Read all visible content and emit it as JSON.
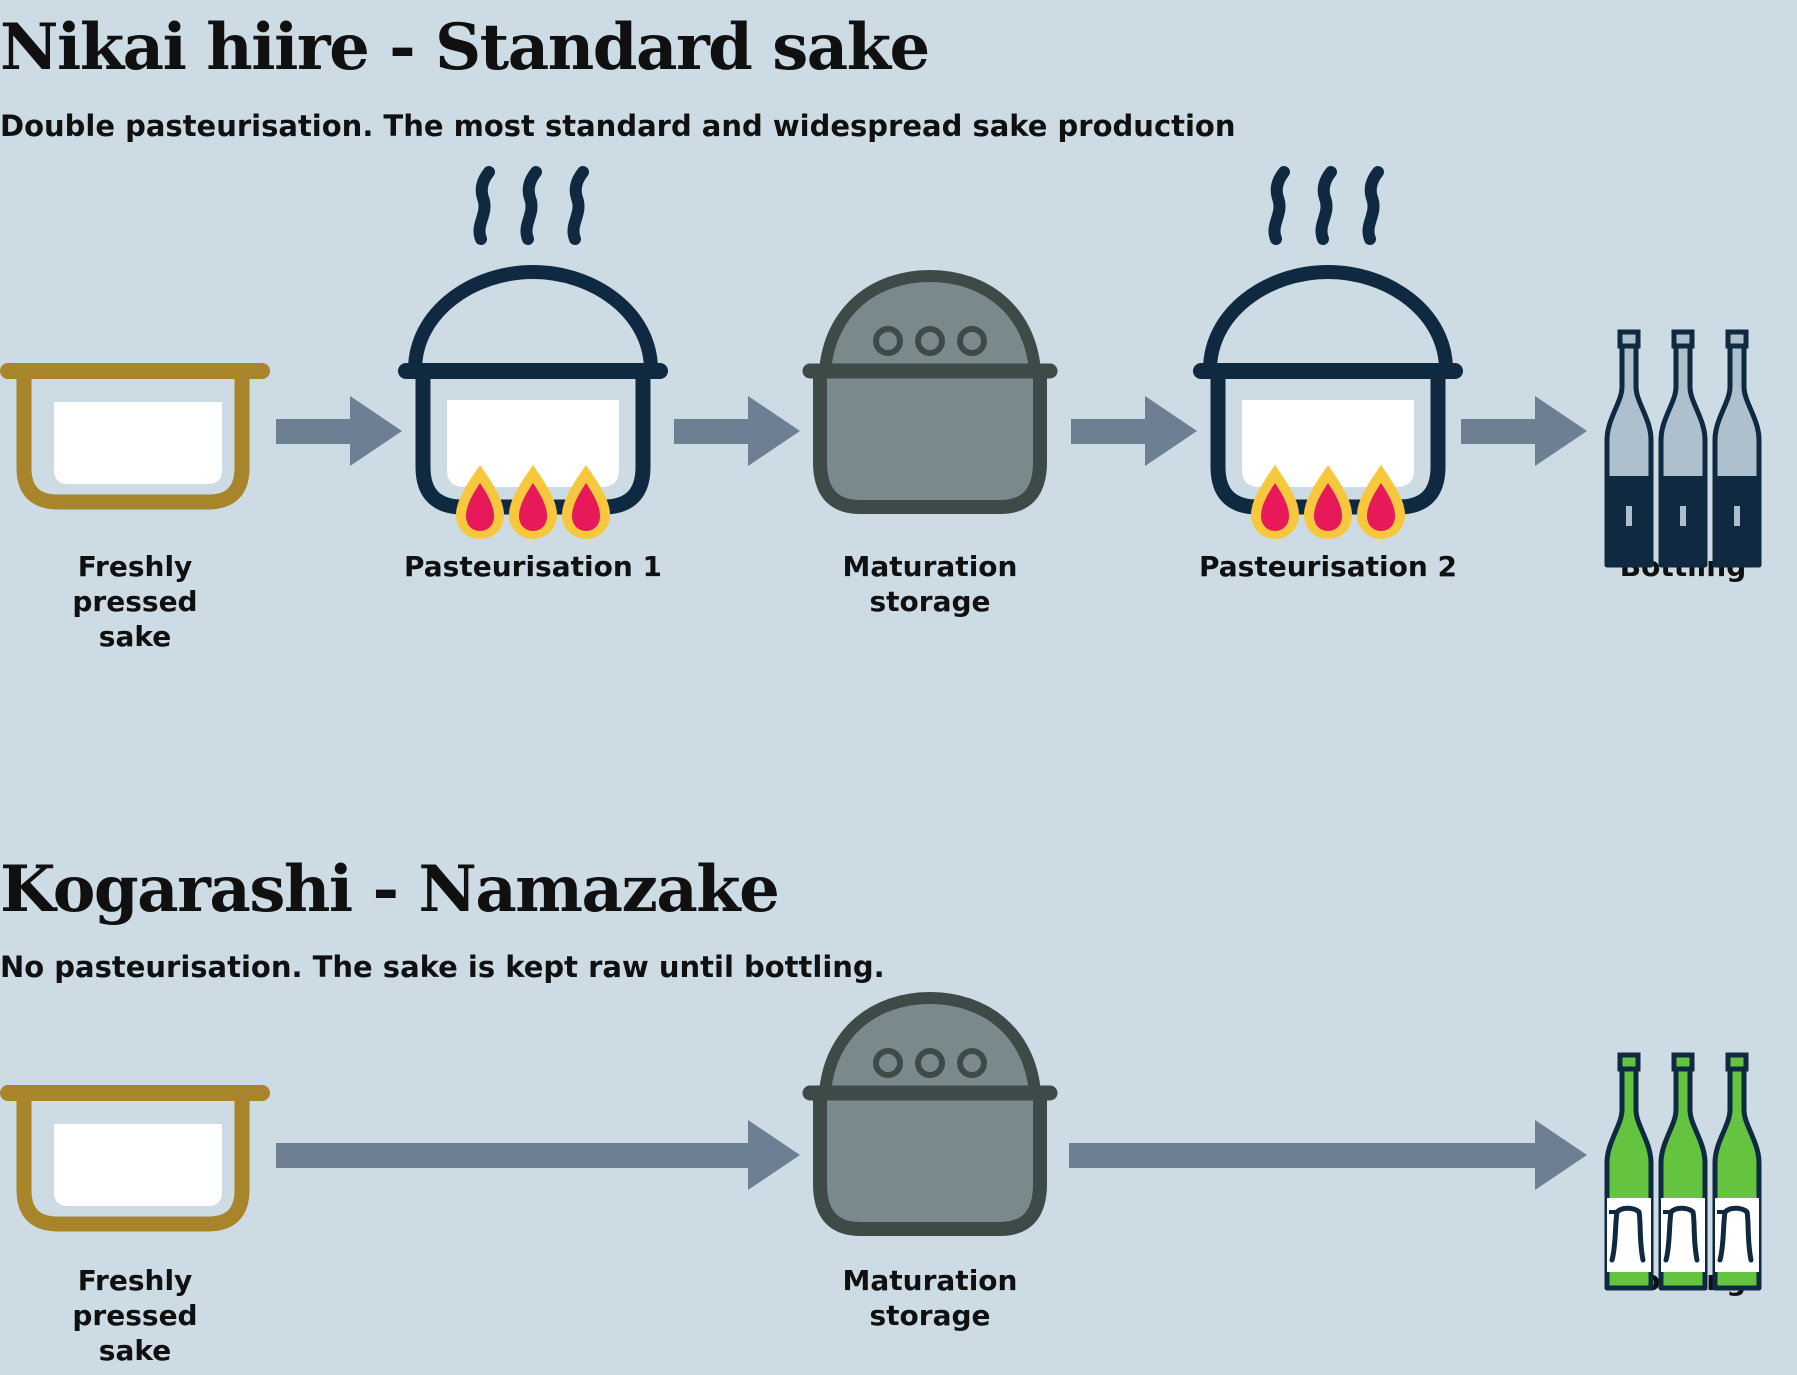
{
  "sections": [
    {
      "title": "Nikai hiire - Standard sake",
      "subtitle": "Double pasteurisation. The most standard and widespread sake production",
      "steps": [
        {
          "label": "Freshly\npressed\nsake",
          "icon": "tray-icon"
        },
        {
          "label": "Pasteurisation 1",
          "icon": "heating-pot-icon"
        },
        {
          "label": "Maturation\nstorage",
          "icon": "storage-tank-icon"
        },
        {
          "label": "Pasteurisation 2",
          "icon": "heating-pot-icon"
        },
        {
          "label": "Bottling",
          "icon": "pasteurised-bottles-icon"
        }
      ]
    },
    {
      "title": "Kogarashi - Namazake",
      "subtitle": "No pasteurisation. The sake is kept raw until bottling.",
      "steps": [
        {
          "label": "Freshly\npressed\nsake",
          "icon": "tray-icon"
        },
        {
          "label": "Maturation\nstorage",
          "icon": "storage-tank-icon"
        },
        {
          "label": "Bottling",
          "icon": "namazake-bottles-icon"
        }
      ]
    }
  ],
  "colors": {
    "background": "#cddbe5",
    "tray": "#a8842a",
    "pot": "#0f2a40",
    "tank_outline": "#3d4a48",
    "tank_fill": "#7a8a8c",
    "arrow": "#6d7f92",
    "flame_outer": "#f7c83d",
    "flame_inner": "#e8195a",
    "bottle_grey": "#aebfce",
    "bottle_green": "#65c43f"
  }
}
